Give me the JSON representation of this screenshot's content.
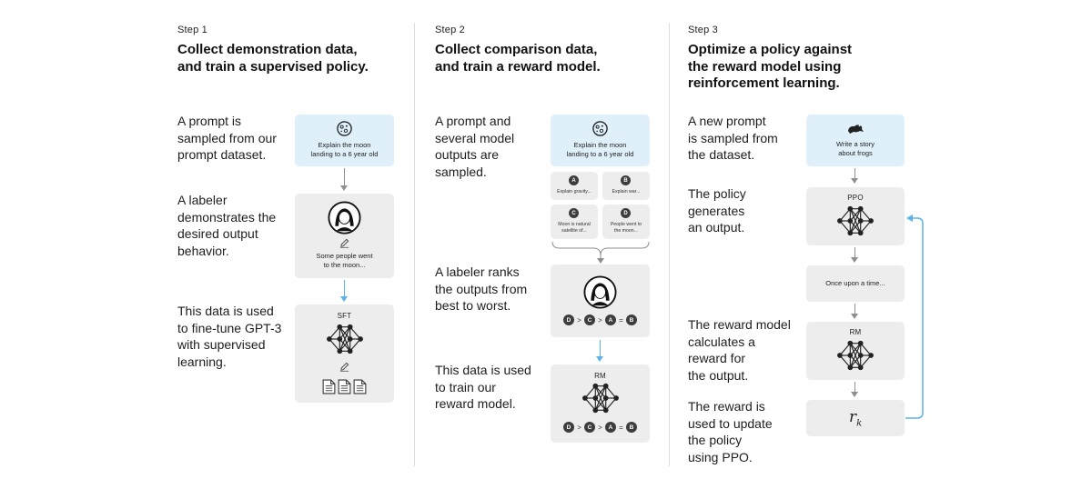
{
  "steps": [
    {
      "label": "Step 1",
      "title_line1": "Collect demonstration data,",
      "title_line2": "and train a supervised policy.",
      "desc1": [
        "A prompt is",
        "sampled from our",
        "prompt dataset."
      ],
      "desc2": [
        "A labeler",
        "demonstrates the",
        "desired output",
        "behavior."
      ],
      "desc3": [
        "This data is used",
        "to fine-tune GPT-3",
        "with supervised",
        "learning."
      ],
      "prompt_text": [
        "Explain the moon",
        "landing to a 6 year old"
      ],
      "output_text": [
        "Some people went",
        "to the moon..."
      ],
      "model_label": "SFT"
    },
    {
      "label": "Step 2",
      "title_line1": "Collect comparison data,",
      "title_line2": "and train a reward model.",
      "desc1": [
        "A prompt and",
        "several model",
        "outputs are",
        "sampled."
      ],
      "desc2": [
        "A labeler ranks",
        "the outputs from",
        "best to worst."
      ],
      "desc3": [
        "This data is used",
        "to train our",
        "reward model."
      ],
      "prompt_text": [
        "Explain the moon",
        "landing to a 6 year old"
      ],
      "outputs": [
        {
          "letter": "A",
          "text": [
            "Explain gravity..."
          ]
        },
        {
          "letter": "B",
          "text": [
            "Explain war..."
          ]
        },
        {
          "letter": "C",
          "text": [
            "Moon is natural",
            "satellite of..."
          ]
        },
        {
          "letter": "D",
          "text": [
            "People went to",
            "the moon..."
          ]
        }
      ],
      "ranking": [
        "D",
        ">",
        "C",
        ">",
        "A",
        "=",
        "B"
      ],
      "model_label": "RM"
    },
    {
      "label": "Step 3",
      "title_line1": "Optimize a policy against",
      "title_line2": "the reward model using",
      "title_line3": "reinforcement learning.",
      "desc1": [
        "A new prompt",
        "is sampled from",
        "the dataset."
      ],
      "desc2": [
        "The policy",
        "generates",
        "an output."
      ],
      "desc3": [
        "The reward model",
        "calculates a",
        "reward for",
        "the output."
      ],
      "desc4": [
        "The reward is",
        "used to update",
        "the policy",
        "using PPO."
      ],
      "prompt_text": [
        "Write a story",
        "about frogs"
      ],
      "policy_label": "PPO",
      "output_text": "Once upon a time...",
      "model_label": "RM",
      "reward_symbol": "r",
      "reward_subscript": "k"
    }
  ],
  "colors": {
    "prompt_card": "#dff0fb",
    "gray_card": "#ededed",
    "blue_arrow": "#5ab2e6",
    "gray_arrow": "#8f8f8f"
  },
  "icons": [
    "moon-icon",
    "person-icon",
    "pencil-icon",
    "network-icon",
    "document-icon",
    "frog-icon"
  ]
}
